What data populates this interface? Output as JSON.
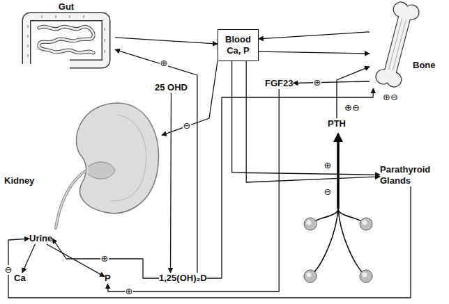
{
  "diagram": {
    "nodes": [
      {
        "text": [
          "Gut"
        ]
      },
      {
        "text": [
          "Blood",
          "Ca, P"
        ]
      },
      {
        "text": [
          "Bone"
        ]
      },
      {
        "text": [
          "FGF23"
        ]
      },
      {
        "text": [
          "PTH"
        ]
      },
      {
        "text": [
          "Parathyroid Glands"
        ]
      },
      {
        "text": [
          "25 OHD"
        ]
      },
      {
        "text": [
          "Kidney"
        ]
      },
      {
        "text": [
          "1,25(OH)₂D"
        ]
      },
      {
        "text": [
          "Urine"
        ]
      },
      {
        "text": [
          "Ca"
        ]
      },
      {
        "text": [
          "P"
        ]
      }
    ],
    "edges": [
      {
        "from": 0,
        "to": 1,
        "arrow": "to"
      },
      {
        "from": 8,
        "to": 0,
        "label": "⊕",
        "arrow": "to"
      },
      {
        "from": 2,
        "to": 1,
        "arrow": "to"
      },
      {
        "from": 1,
        "to": 2,
        "arrow": "to"
      },
      {
        "from": 8,
        "to": 2,
        "label": "⊕⊖",
        "arrow": "to"
      },
      {
        "from": 2,
        "to": 3,
        "label": "⊕",
        "arrow": "to"
      },
      {
        "from": 4,
        "to": 2,
        "label": "⊕⊖",
        "arrow": "to"
      },
      {
        "from": 1,
        "to": 5,
        "label": "⊕",
        "arrow": "to"
      },
      {
        "from": 1,
        "to": 5,
        "label": "⊖",
        "arrow": "to"
      },
      {
        "from": 1,
        "to": 7,
        "label": "⊖",
        "arrow": "to"
      },
      {
        "from": 6,
        "to": 8,
        "arrow": "to"
      },
      {
        "from": 3,
        "to": 11,
        "label": "⊕",
        "arrow": "to"
      },
      {
        "from": 5,
        "to": 9,
        "label": "⊖",
        "arrow": "to"
      },
      {
        "from": 8,
        "to": 9,
        "label": "⊕",
        "arrow": "to"
      },
      {
        "from": 9,
        "to": 10,
        "arrow": "to"
      },
      {
        "from": 9,
        "to": 11,
        "arrow": "to"
      }
    ]
  }
}
